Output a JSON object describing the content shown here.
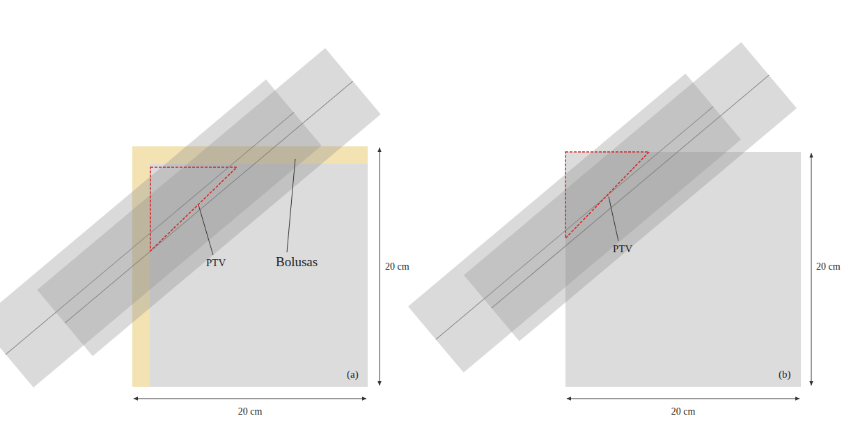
{
  "diagram": {
    "labels": [
      "PTV",
      "Bolusas",
      "20 cm",
      "20 cm",
      "(a)",
      "PTV",
      "20 cm",
      "20 cm",
      "(b)"
    ]
  }
}
